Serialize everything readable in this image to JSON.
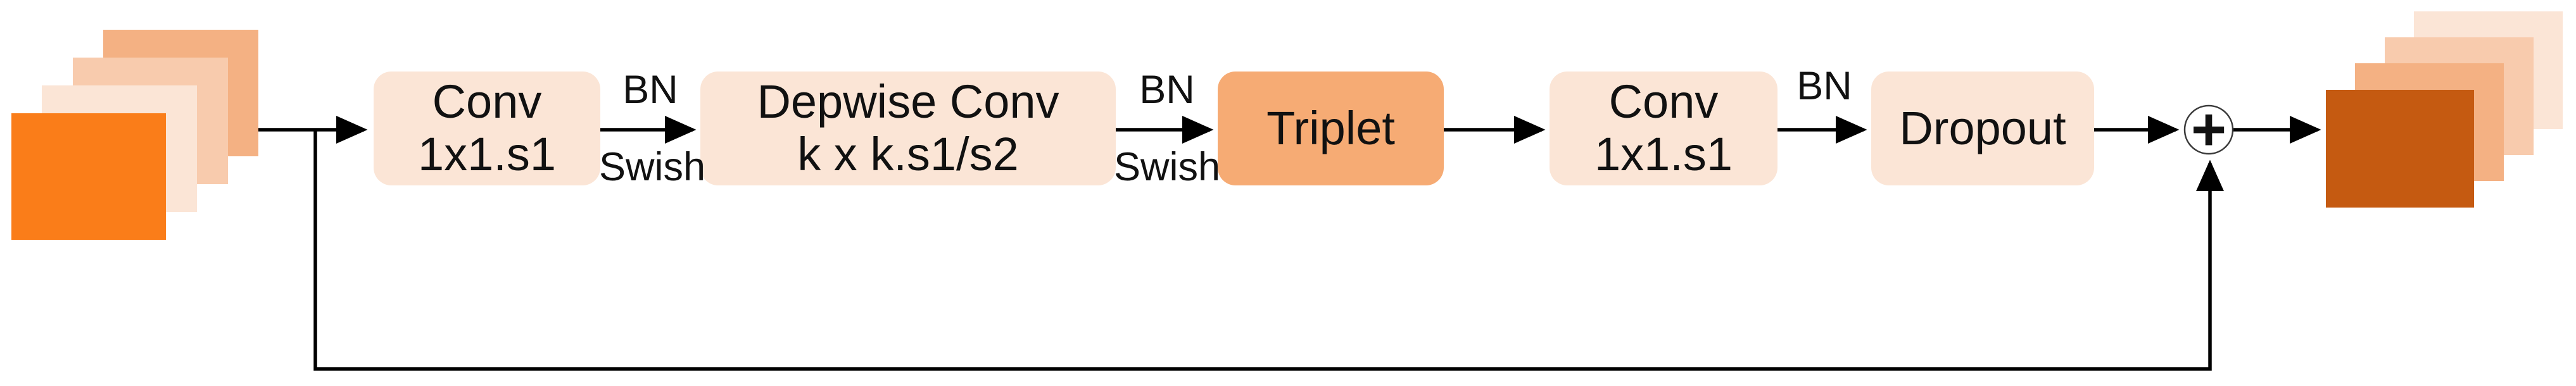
{
  "diagram": {
    "title": "inverted-residual-block-with-triplet-attention",
    "background": "#ffffff",
    "line_color": "#000000",
    "input_stack": {
      "description": "input feature maps",
      "layers": [
        {
          "fill": "#F4B183"
        },
        {
          "fill": "#F8CBAD"
        },
        {
          "fill": "#FBE5D6"
        },
        {
          "fill": "#FA7D19"
        }
      ]
    },
    "output_stack": {
      "description": "output feature maps",
      "layers": [
        {
          "fill": "#FBE5D6"
        },
        {
          "fill": "#F8CBAD"
        },
        {
          "fill": "#F4B183"
        },
        {
          "fill": "#C55A11"
        }
      ]
    },
    "blocks": [
      {
        "id": "conv1",
        "lines": [
          "Conv",
          "1x1.s1"
        ],
        "fill": "#FBE5D6"
      },
      {
        "id": "depwise",
        "lines": [
          "Depwise Conv",
          "k x k.s1/s2"
        ],
        "fill": "#FBE5D6"
      },
      {
        "id": "triplet",
        "lines": [
          "Triplet"
        ],
        "fill": "#F6AB74"
      },
      {
        "id": "conv2",
        "lines": [
          "Conv",
          "1x1.s1"
        ],
        "fill": "#FBE5D6"
      },
      {
        "id": "dropout",
        "lines": [
          "Dropout"
        ],
        "fill": "#FBE5D6"
      }
    ],
    "edge_labels": [
      {
        "top": "BN",
        "bottom": "Swish"
      },
      {
        "top": "BN",
        "bottom": "Swish"
      },
      {
        "top": "BN",
        "bottom": ""
      }
    ],
    "sum_label": "+"
  }
}
